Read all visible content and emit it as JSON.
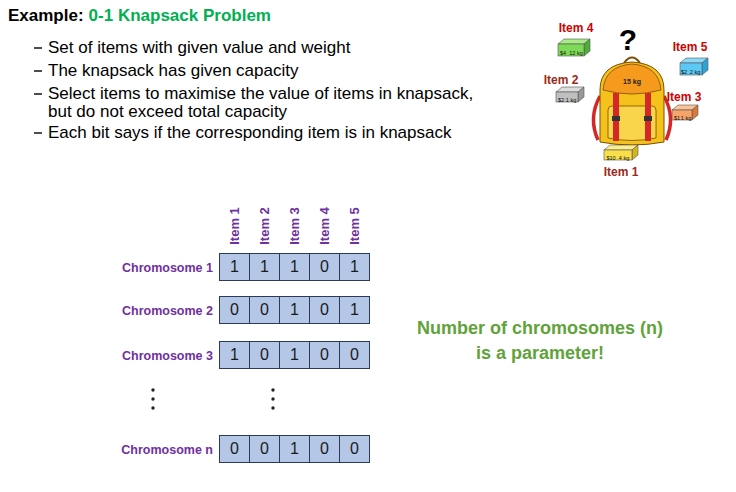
{
  "diagram": {
    "title": "Example:",
    "nodes": [
      {
        "text": [
          "1"
        ]
      },
      {
        "text": [
          "1"
        ]
      },
      {
        "text": [
          "1"
        ]
      },
      {
        "text": [
          "0"
        ]
      },
      {
        "text": [
          "1"
        ]
      },
      {
        "text": [
          "0"
        ]
      },
      {
        "text": [
          "0"
        ]
      },
      {
        "text": [
          "1"
        ]
      },
      {
        "text": [
          "0"
        ]
      },
      {
        "text": [
          "1"
        ]
      },
      {
        "text": [
          "1"
        ]
      },
      {
        "text": [
          "0"
        ]
      },
      {
        "text": [
          "1"
        ]
      },
      {
        "text": [
          "0"
        ]
      },
      {
        "text": [
          "0"
        ]
      },
      {
        "text": [
          "0"
        ]
      },
      {
        "text": [
          "0"
        ]
      },
      {
        "text": [
          "1"
        ]
      },
      {
        "text": [
          "0"
        ]
      },
      {
        "text": [
          "0"
        ]
      }
    ],
    "labels": [
      "0-1 Knapsack Problem",
      "Set of items with given value and weight",
      "The knapsack has given capacity",
      "Select items to maximise the value of items in knapsack, but do not exceed total capacity",
      "Each bit says if the corresponding item is in knapsack",
      "Item 4",
      "$4",
      "12 kg",
      "?",
      "Item 5",
      "$2",
      "2 kg",
      "Item 2",
      "15 kg",
      "$2",
      "1 kg",
      "Item 3",
      "$1",
      "1 kg",
      "$10",
      "4 kg",
      "Item 1",
      "Item 1",
      "Item 2",
      "Item 3",
      "Item 4",
      "Item 5",
      "Chromosome 1",
      "Chromosome 2",
      "Chromosome 3",
      "Chromosome n",
      "Number of chromosomes (n) is a parameter!"
    ]
  }
}
